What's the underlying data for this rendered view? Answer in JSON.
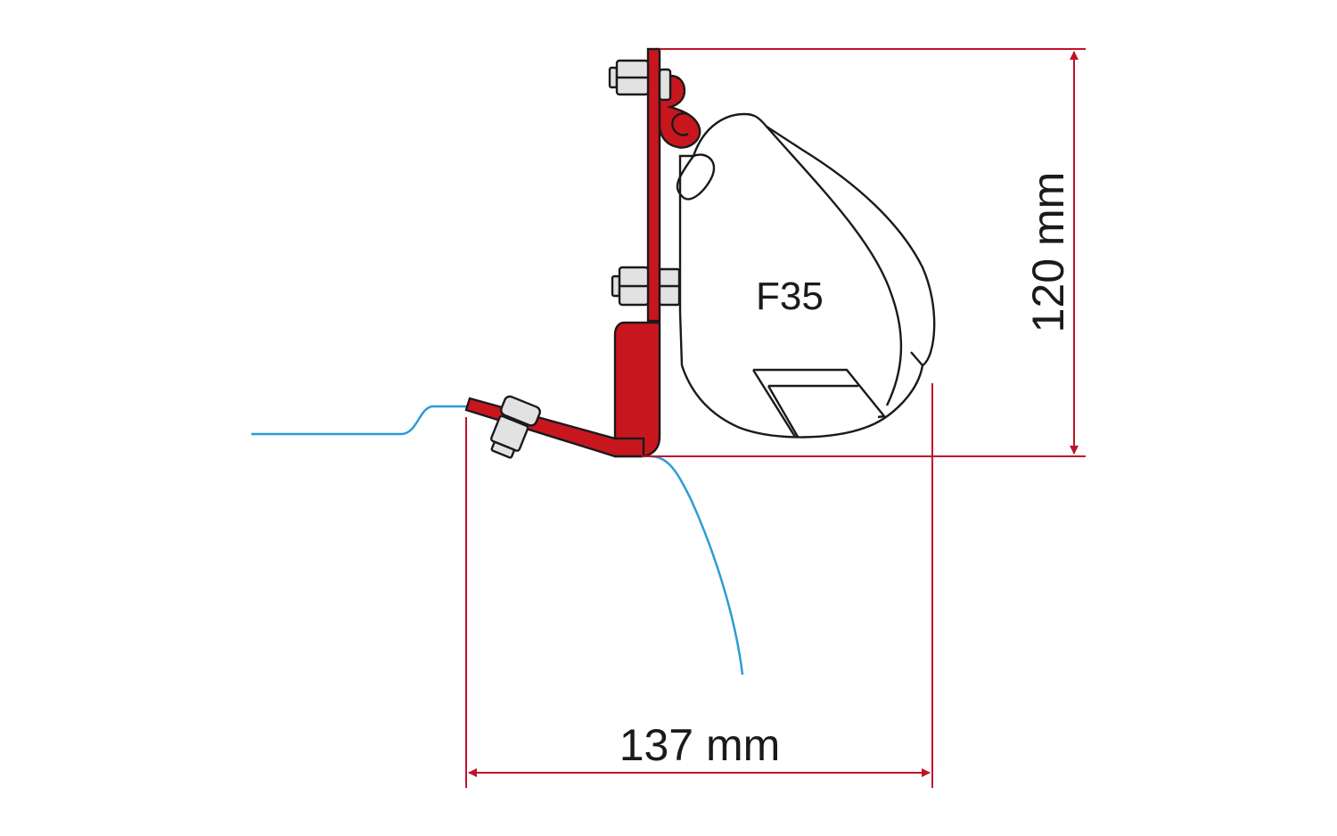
{
  "diagram": {
    "model_label": "F35",
    "dimensions": {
      "height": {
        "value": 120,
        "unit": "mm",
        "label": "120 mm"
      },
      "width": {
        "value": 137,
        "unit": "mm",
        "label": "137 mm"
      }
    },
    "colors": {
      "bracket": "#c8161e",
      "dimension_line": "#c0122a",
      "vehicle_line": "#2e9bd6",
      "outline": "#1a1a1a",
      "nut": "#e2e2e2",
      "background": "#ffffff"
    },
    "components": [
      {
        "name": "mounting-bracket",
        "color": "bracket"
      },
      {
        "name": "awning-housing",
        "label": "F35"
      },
      {
        "name": "vehicle-roof-profile",
        "color": "vehicle_line"
      },
      {
        "name": "top-nut"
      },
      {
        "name": "middle-nut"
      },
      {
        "name": "bottom-bolt"
      }
    ]
  }
}
